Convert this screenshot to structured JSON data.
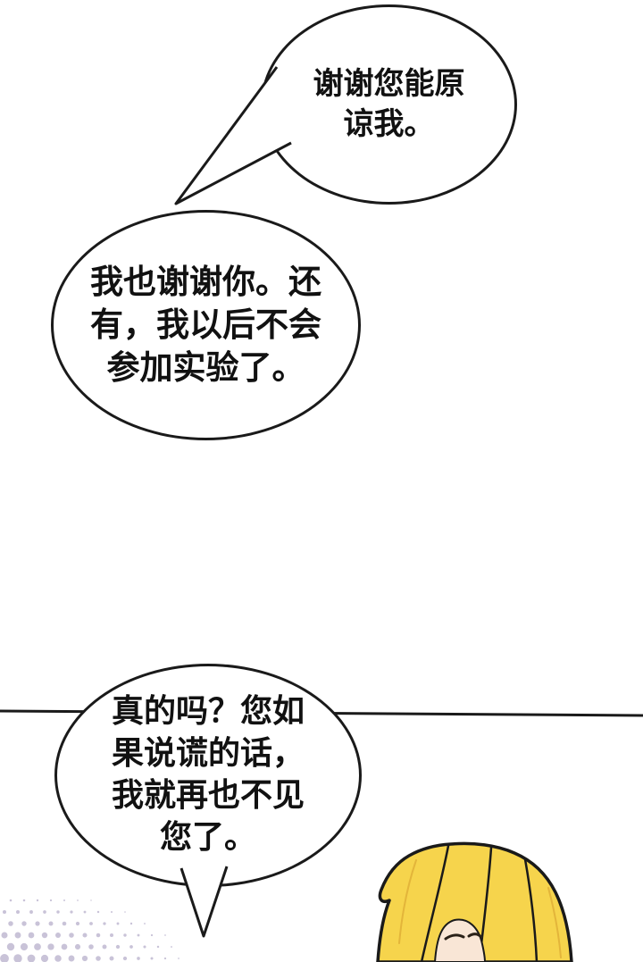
{
  "comic": {
    "bubbles": [
      {
        "lines": [
          "谢谢您能原",
          "谅我。"
        ]
      },
      {
        "lines": [
          "我也谢谢你。还",
          "有，我以后不会",
          "参加实验了。"
        ]
      },
      {
        "lines": [
          "真的吗？您如",
          "果说谎的话，",
          "我就再也不见",
          "您了。"
        ]
      }
    ],
    "colors": {
      "ink": "#1a1a1a",
      "background": "#ffffff",
      "bubble_fill": "#ffffff",
      "hair": "#f6d44c",
      "hair_shadow": "#e3b53a",
      "skin": "#f9e6d6",
      "halftone": "#c9c3d8"
    }
  }
}
